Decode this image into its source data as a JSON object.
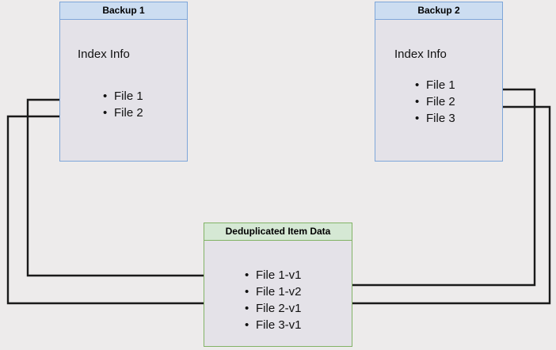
{
  "diagram": {
    "title": "Backup deduplication index diagram",
    "background_color": "#edebeb",
    "node_body_color": "#e4e2e8",
    "blue_header_color": "#ccddf1",
    "blue_border_color": "#7ea6d9",
    "green_header_color": "#d5e8d4",
    "green_border_color": "#82b366",
    "connector_color": "#1a1a1a"
  },
  "nodes": {
    "backup1": {
      "header": "Backup 1",
      "subtitle": "Index Info",
      "files": [
        "File 1",
        "File 2"
      ]
    },
    "backup2": {
      "header": "Backup 2",
      "subtitle": "Index Info",
      "files": [
        "File 1",
        "File 2",
        "File 3"
      ]
    },
    "dedup": {
      "header": "Deduplicated Item Data",
      "items": [
        "File 1-v1",
        "File 1-v2",
        "File 2-v1",
        "File 3-v1"
      ]
    }
  },
  "connectors": [
    {
      "name": "backup1-file1-to-file1v1",
      "from": "Backup 1 / File 1",
      "to": "Deduplicated Item Data / File 1-v1"
    },
    {
      "name": "backup1-file2-to-file2v1",
      "from": "Backup 1 / File 2",
      "to": "Deduplicated Item Data / File 2-v1"
    },
    {
      "name": "backup2-file1-to-file1v2",
      "from": "Backup 2 / File 1",
      "to": "Deduplicated Item Data / File 1-v2"
    },
    {
      "name": "backup2-file2-to-file2v1",
      "from": "Backup 2 / File 2",
      "to": "Deduplicated Item Data / File 2-v1"
    }
  ]
}
